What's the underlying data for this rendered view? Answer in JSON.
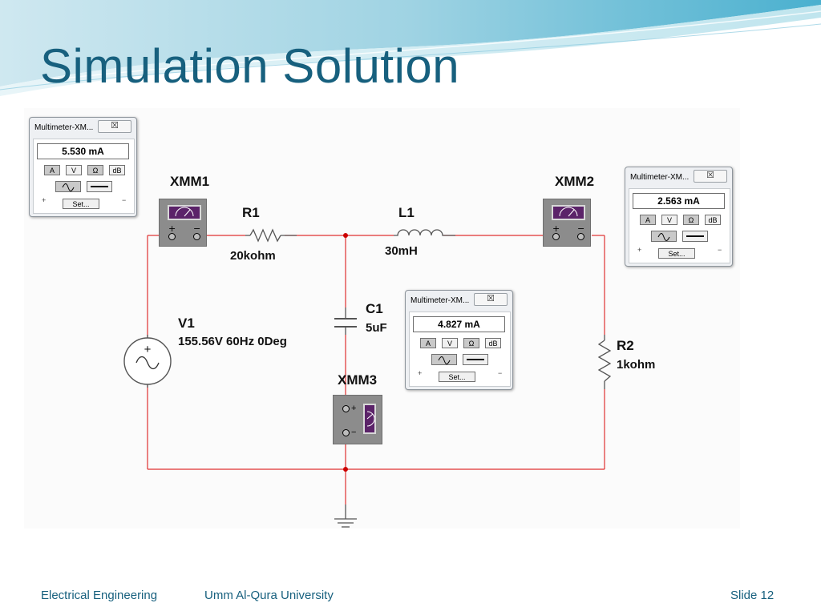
{
  "slide": {
    "title": "Simulation Solution",
    "footer_left": "Electrical Engineering",
    "footer_center": "Umm Al-Qura University",
    "footer_right": "Slide 12"
  },
  "components": {
    "xmm1": "XMM1",
    "xmm2": "XMM2",
    "xmm3": "XMM3",
    "r1_name": "R1",
    "r1_value": "20kohm",
    "l1_name": "L1",
    "l1_value": "30mH",
    "c1_name": "C1",
    "c1_value": "5uF",
    "v1_name": "V1",
    "v1_value": "155.56V 60Hz 0Deg",
    "r2_name": "R2",
    "r2_value": "1kohm"
  },
  "multimeters": [
    {
      "title": "Multimeter-XM...",
      "reading": "5.530 mA"
    },
    {
      "title": "Multimeter-XM...",
      "reading": "2.563 mA"
    },
    {
      "title": "Multimeter-XM...",
      "reading": "4.827 mA"
    }
  ],
  "mm_controls": {
    "close": "☒",
    "btn_a": "A",
    "btn_v": "V",
    "btn_ohm": "Ω",
    "btn_db": "dB",
    "set": "Set...",
    "plus": "+",
    "minus": "−",
    "active_mode": "A",
    "active_signal": "ac"
  },
  "terminals": {
    "plus": "+",
    "minus": "−",
    "source_plus": "+"
  },
  "colors": {
    "title": "#17607e",
    "wire": "#e03030",
    "node": "#cc0000",
    "meter_display": "#5b2369"
  }
}
